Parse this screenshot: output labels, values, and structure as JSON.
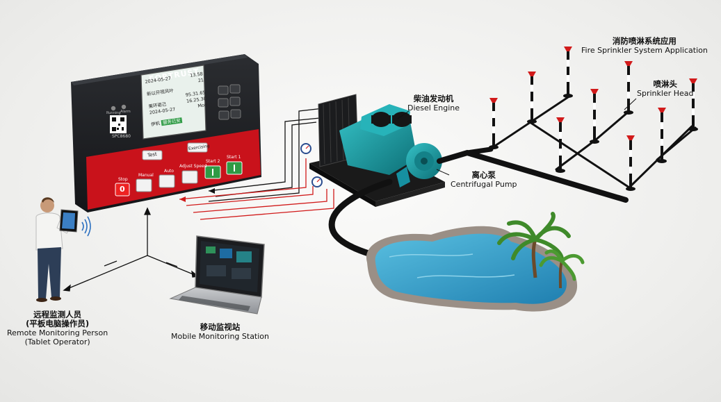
{
  "controller": {
    "brand": "FORTRUST",
    "model": "SPC8680",
    "leds": [
      "Running",
      "Alarm"
    ],
    "screen_rows": [
      [
        "2024-05-27",
        "13.58",
        ""
      ],
      [
        "",
        "",
        "21"
      ],
      [
        "新以开视风叶",
        "",
        ""
      ],
      [
        "",
        "",
        "95.31.65"
      ],
      [
        "果环驱己",
        "",
        "16.25.30"
      ],
      [
        "2024-05-27",
        "Mon",
        ""
      ],
      [
        "",
        "",
        ""
      ],
      [
        "伊机",
        "服务已安",
        ""
      ]
    ],
    "test_label": "Test",
    "exercising_label": "Exercising",
    "buttons": [
      "Stop",
      "Manual",
      "Auto",
      "Adjust Speed",
      "Start 2",
      "Start 1"
    ],
    "stop_display": "0"
  },
  "labels": {
    "fire_sprinkler": {
      "cn": "消防喷淋系统应用",
      "en": "Fire Sprinkler System Application"
    },
    "sprinkler_head": {
      "cn": "喷淋头",
      "en": "Sprinkler Head"
    },
    "diesel_engine": {
      "cn": "柴油发动机",
      "en": "Diesel Engine"
    },
    "centrifugal_pump": {
      "cn": "离心泵",
      "en": "Centrifugal Pump"
    },
    "remote_person": {
      "cn1": "远程监测人员",
      "cn2": "(平板电脑操作员)",
      "en1": "Remote Monitoring Person",
      "en2": "(Tablet Operator)"
    },
    "mobile_station": {
      "cn": "移动监视站",
      "en": "Mobile Monitoring Station"
    }
  },
  "colors": {
    "panel_red": "#c9121b",
    "panel_dark": "#1d1f22",
    "engine_teal": "#1a9aa0",
    "signal_red": "#d11a1a",
    "signal_black": "#111111",
    "water": "#3fa4c9"
  },
  "icons": [
    "tablet-icon",
    "wireless-signal-icon",
    "laptop-icon",
    "pressure-gauge-icon",
    "palm-tree-icon",
    "sprinkler-head-icon"
  ]
}
